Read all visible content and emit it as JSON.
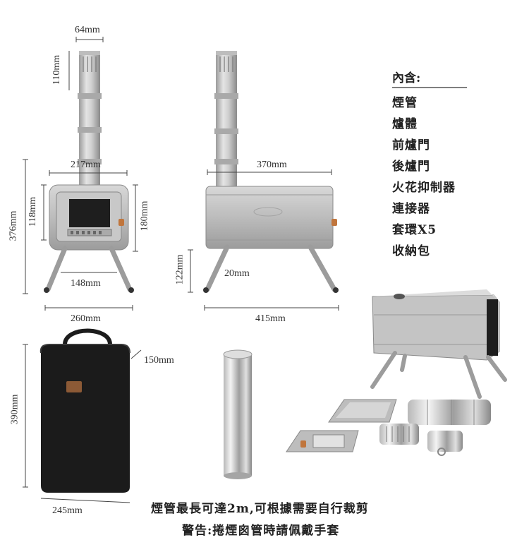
{
  "dimensions": {
    "front_top_width": "64mm",
    "front_chimney_height": "110mm",
    "front_body_width": "217mm",
    "front_door_height": "118mm",
    "front_body_height": "180mm",
    "front_total_height": "376mm",
    "front_leg_width": "148mm",
    "front_total_width": "260mm",
    "side_body_length": "370mm",
    "side_leg_height": "122mm",
    "side_offset": "20mm",
    "side_total_length": "415mm",
    "bag_depth": "150mm",
    "bag_height": "390mm",
    "bag_width": "245mm"
  },
  "contents": {
    "title": "內含:",
    "items": [
      "煙管",
      "爐體",
      "前爐門",
      "後爐門",
      "火花抑制器",
      "連接器",
      "套環X5",
      "收納包"
    ]
  },
  "notes": {
    "line1": "煙管最長可達2m,可根據需要自行裁剪",
    "line2": "警告:捲煙囪管時請佩戴手套"
  }
}
